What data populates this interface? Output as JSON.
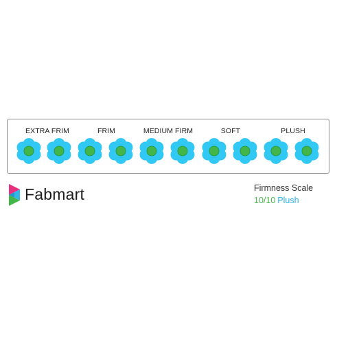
{
  "scale": {
    "levels": [
      {
        "label": "EXTRA FRIM"
      },
      {
        "label": "FRIM"
      },
      {
        "label": "MEDIUM FIRM"
      },
      {
        "label": "SOFT"
      },
      {
        "label": "PLUSH"
      }
    ],
    "flower_count": 10,
    "icon": "flower-icon",
    "colors": {
      "petal": "#31c8f4",
      "center": "#43b649",
      "center_outline": "#2a8f35",
      "border": "#8a8a8a"
    }
  },
  "brand": {
    "name": "Fabmart",
    "icon": "fabmart-logo-icon",
    "colors": [
      "#e8317e",
      "#27b3e6",
      "#43b649"
    ]
  },
  "firmness": {
    "title": "Firmness Scale",
    "rating": "10/10",
    "level": "Plush",
    "colors": {
      "title": "#333333",
      "rating": "#43b649",
      "level": "#27b3e6"
    }
  }
}
